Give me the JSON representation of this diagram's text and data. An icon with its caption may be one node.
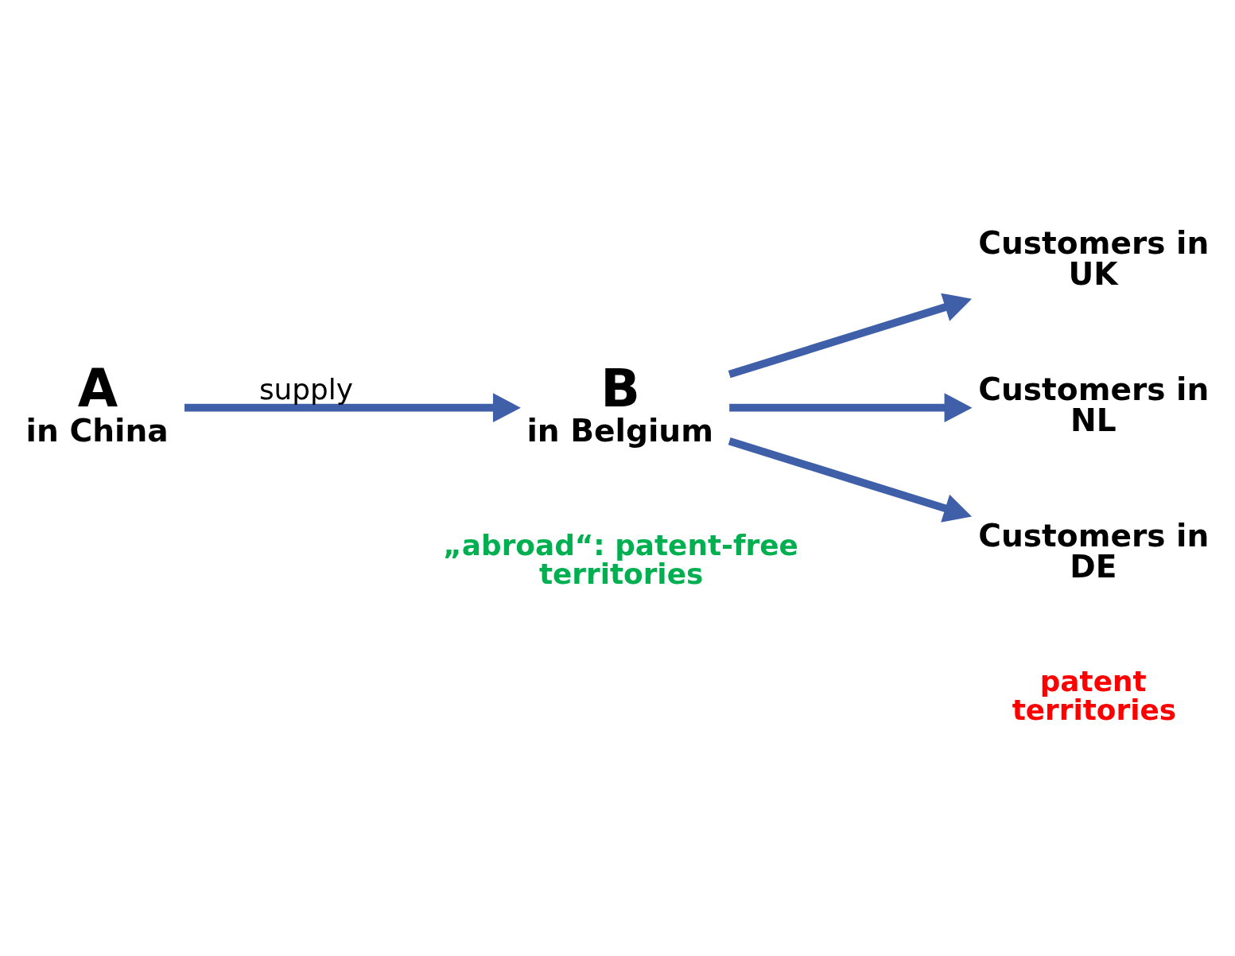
{
  "diagram": {
    "nodes": [
      {
        "text": [
          "A",
          "in China"
        ]
      },
      {
        "text": [
          "B",
          "in Belgium"
        ]
      },
      {
        "text": [
          "Customers in UK"
        ]
      },
      {
        "text": [
          "Customers in NL"
        ]
      },
      {
        "text": [
          "Customers in DE"
        ]
      }
    ],
    "edges": [
      {
        "from": 0,
        "to": 1,
        "arrow": "to",
        "label": "supply"
      },
      {
        "from": 1,
        "to": 2,
        "arrow": "to"
      },
      {
        "from": 1,
        "to": 3,
        "arrow": "to"
      },
      {
        "from": 1,
        "to": 4,
        "arrow": "to"
      }
    ],
    "labels": [
      "„abroad“: patent-free territories",
      "patent territories"
    ]
  }
}
